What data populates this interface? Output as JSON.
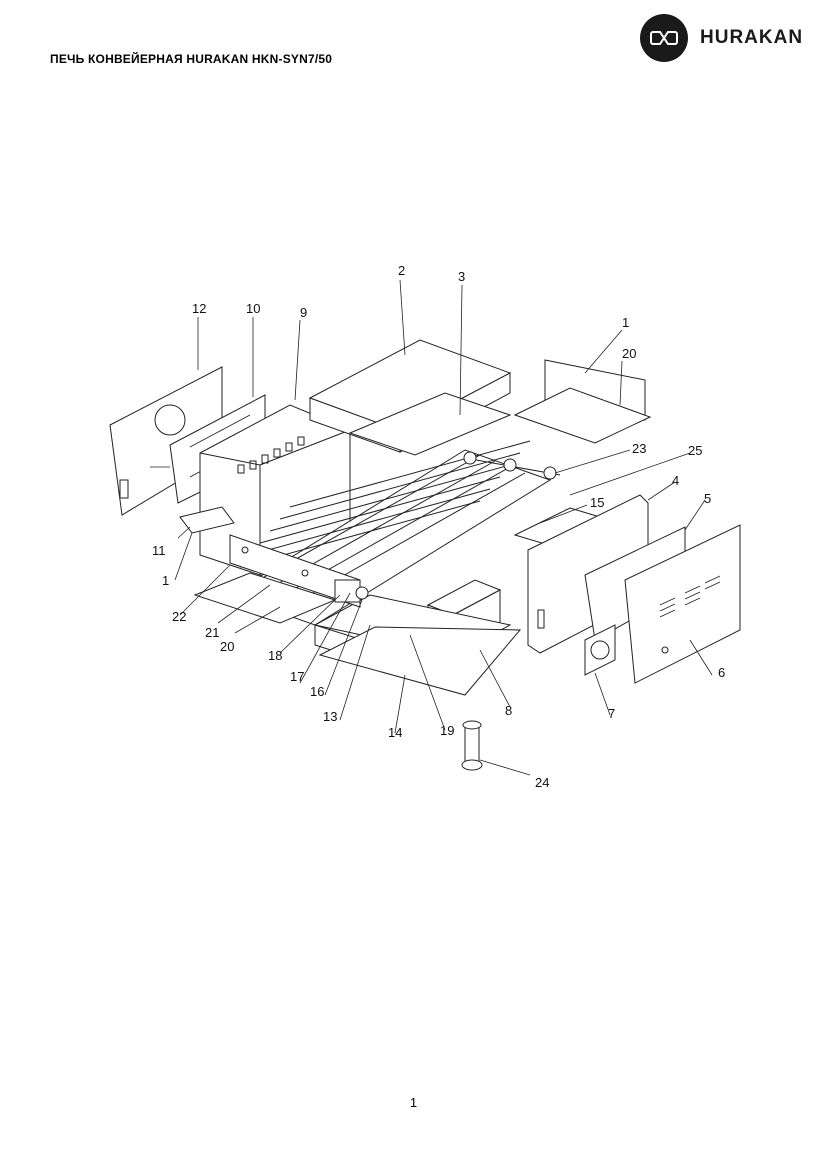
{
  "header": {
    "title": "ПЕЧЬ КОНВЕЙЕРНАЯ HURAKAN HKN-SYN7/50",
    "logo_text": "HURAKAN",
    "logo_icon": "infinity-logo-icon"
  },
  "diagram": {
    "labels": [
      "1",
      "2",
      "3",
      "4",
      "5",
      "6",
      "7",
      "8",
      "9",
      "10",
      "11",
      "12",
      "13",
      "14",
      "15",
      "16",
      "17",
      "18",
      "19",
      "20",
      "21",
      "22",
      "23",
      "24",
      "25"
    ]
  },
  "footer": {
    "page_number": "1"
  }
}
